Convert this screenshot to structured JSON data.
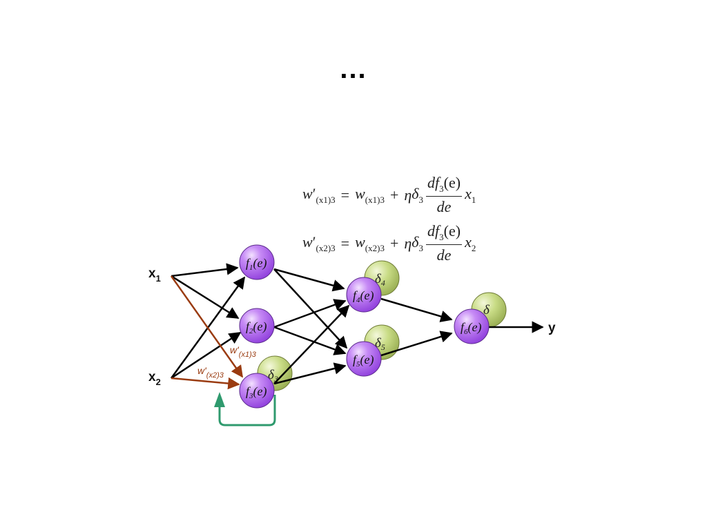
{
  "slide": {
    "ellipsis": "..."
  },
  "equations": [
    {
      "lhs_var": "w",
      "lhs_sub": "(x1)3",
      "rhs_var": "w",
      "rhs_sub": "(x1)3",
      "eta": "η",
      "delta": "δ",
      "delta_sub": "3",
      "num_f": "df",
      "num_sub": "3",
      "num_arg": "(e)",
      "den": "de",
      "x": "x",
      "x_sub": "1"
    },
    {
      "lhs_var": "w",
      "lhs_sub": "(x2)3",
      "rhs_var": "w",
      "rhs_sub": "(x2)3",
      "eta": "η",
      "delta": "δ",
      "delta_sub": "3",
      "num_f": "df",
      "num_sub": "3",
      "num_arg": "(e)",
      "den": "de",
      "x": "x",
      "x_sub": "2"
    }
  ],
  "network": {
    "inputs": [
      {
        "base": "x",
        "sub": "1"
      },
      {
        "base": "x",
        "sub": "2"
      }
    ],
    "output": "y",
    "neurons": [
      {
        "id": "n1",
        "f": "f",
        "sub": "1",
        "arg": "(e)"
      },
      {
        "id": "n2",
        "f": "f",
        "sub": "2",
        "arg": "(e)"
      },
      {
        "id": "n3",
        "f": "f",
        "sub": "3",
        "arg": "(e)"
      },
      {
        "id": "n4",
        "f": "f",
        "sub": "4",
        "arg": "(e)"
      },
      {
        "id": "n5",
        "f": "f",
        "sub": "5",
        "arg": "(e)"
      },
      {
        "id": "n6",
        "f": "f",
        "sub": "6",
        "arg": "(e)"
      }
    ],
    "deltas": [
      {
        "for": "n3",
        "sym": "δ",
        "sub": "3"
      },
      {
        "for": "n4",
        "sym": "δ",
        "sub": "4"
      },
      {
        "for": "n5",
        "sym": "δ",
        "sub": "5"
      },
      {
        "for": "n6",
        "sym": "δ",
        "sub": ""
      }
    ],
    "weight_labels": [
      {
        "w": "w'",
        "sub": "(x1)3"
      },
      {
        "w": "w'",
        "sub": "(x2)3"
      }
    ],
    "colors": {
      "neuron": "#b366f2",
      "delta": "#c2d67a",
      "highlight_arrow": "#9a3b10",
      "feedback_arrow": "#2f9a6e",
      "arrow": "#000000"
    }
  }
}
